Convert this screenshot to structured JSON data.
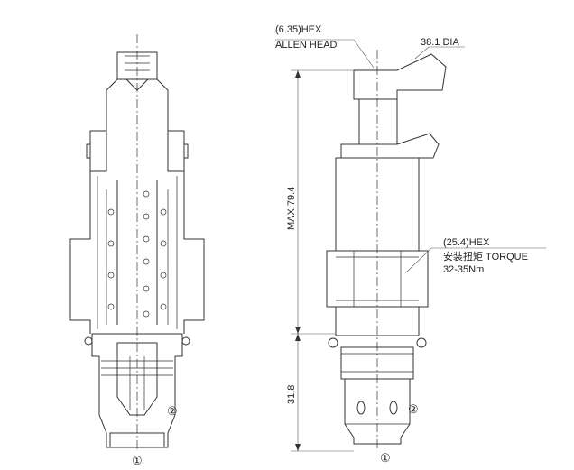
{
  "drawing": {
    "port_1": "①",
    "port_2": "②",
    "hex_allen": "(6.35)HEX",
    "allen_head": "ALLEN HEAD",
    "dia": "38.1 DIA",
    "hex_body": "(25.4)HEX",
    "torque_label": "安装扭矩  TORQUE",
    "torque_value": "32-35Nm",
    "max_length": "MAX.79.4",
    "lower_length": "31.8"
  }
}
